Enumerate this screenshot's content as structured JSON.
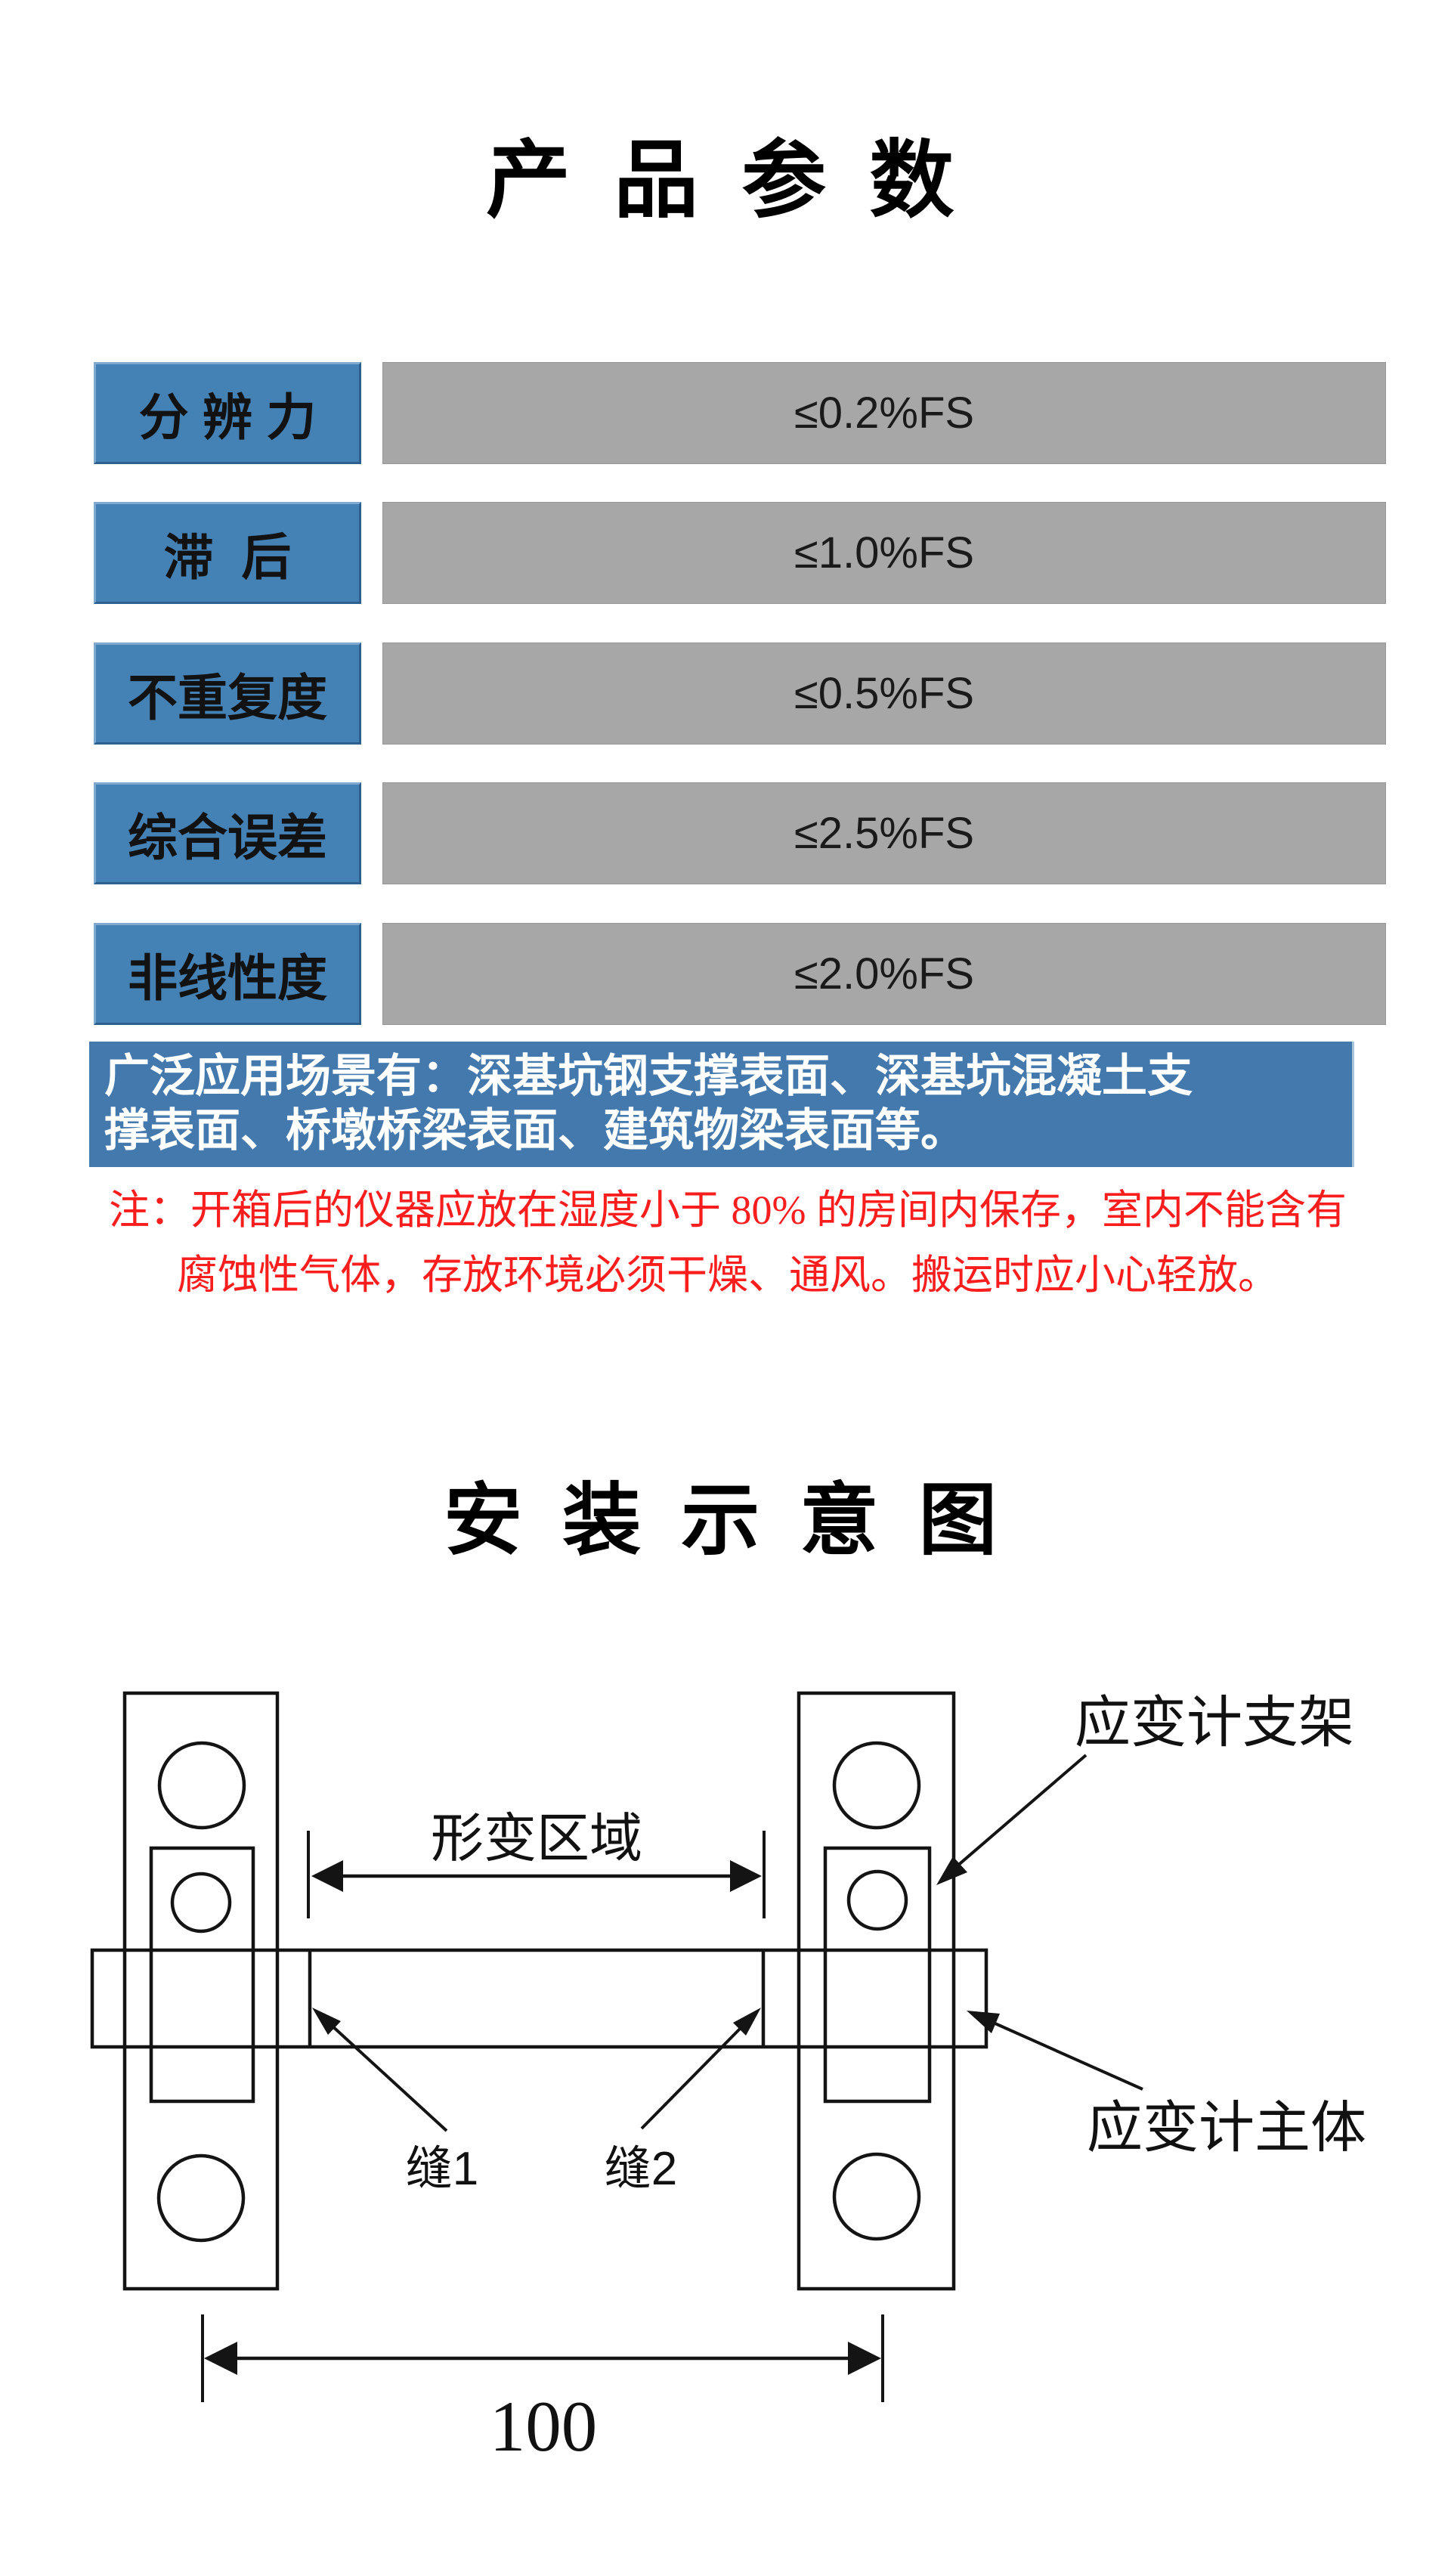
{
  "params": {
    "title": "产 品 参 数",
    "rows": [
      {
        "label": "分 辨 力",
        "value": "≤0.2%FS"
      },
      {
        "label": "滞  后",
        "value": "≤1.0%FS"
      },
      {
        "label": "不重复度",
        "value": "≤0.5%FS"
      },
      {
        "label": "综合误差",
        "value": "≤2.5%FS"
      },
      {
        "label": "非线性度",
        "value": "≤2.0%FS"
      }
    ],
    "banner": {
      "text": "广泛应用场景有：深基坑钢支撑表面、深基坑混凝土支\n撑表面、桥墩桥梁表面、建筑物梁表面等。",
      "bg_color": "#4479AD",
      "text_color": "#FFFFFF"
    },
    "note": {
      "text": "注：开箱后的仪器应放在湿度小于 80% 的房间内保存，室内不能含有\n腐蚀性气体，存放环境必须干燥、通风。搬运时应小心轻放。",
      "text_color": "#F91D1D"
    },
    "label_bg_color": "#4481B5",
    "value_bg_color": "#A7A7A7"
  },
  "install": {
    "title": "安 装 示 意 图",
    "labels": {
      "deform_zone": "形变区域",
      "seam1": "缝1",
      "seam2": "缝2",
      "bracket": "应变计支架",
      "body": "应变计主体",
      "dimension": "100"
    }
  }
}
